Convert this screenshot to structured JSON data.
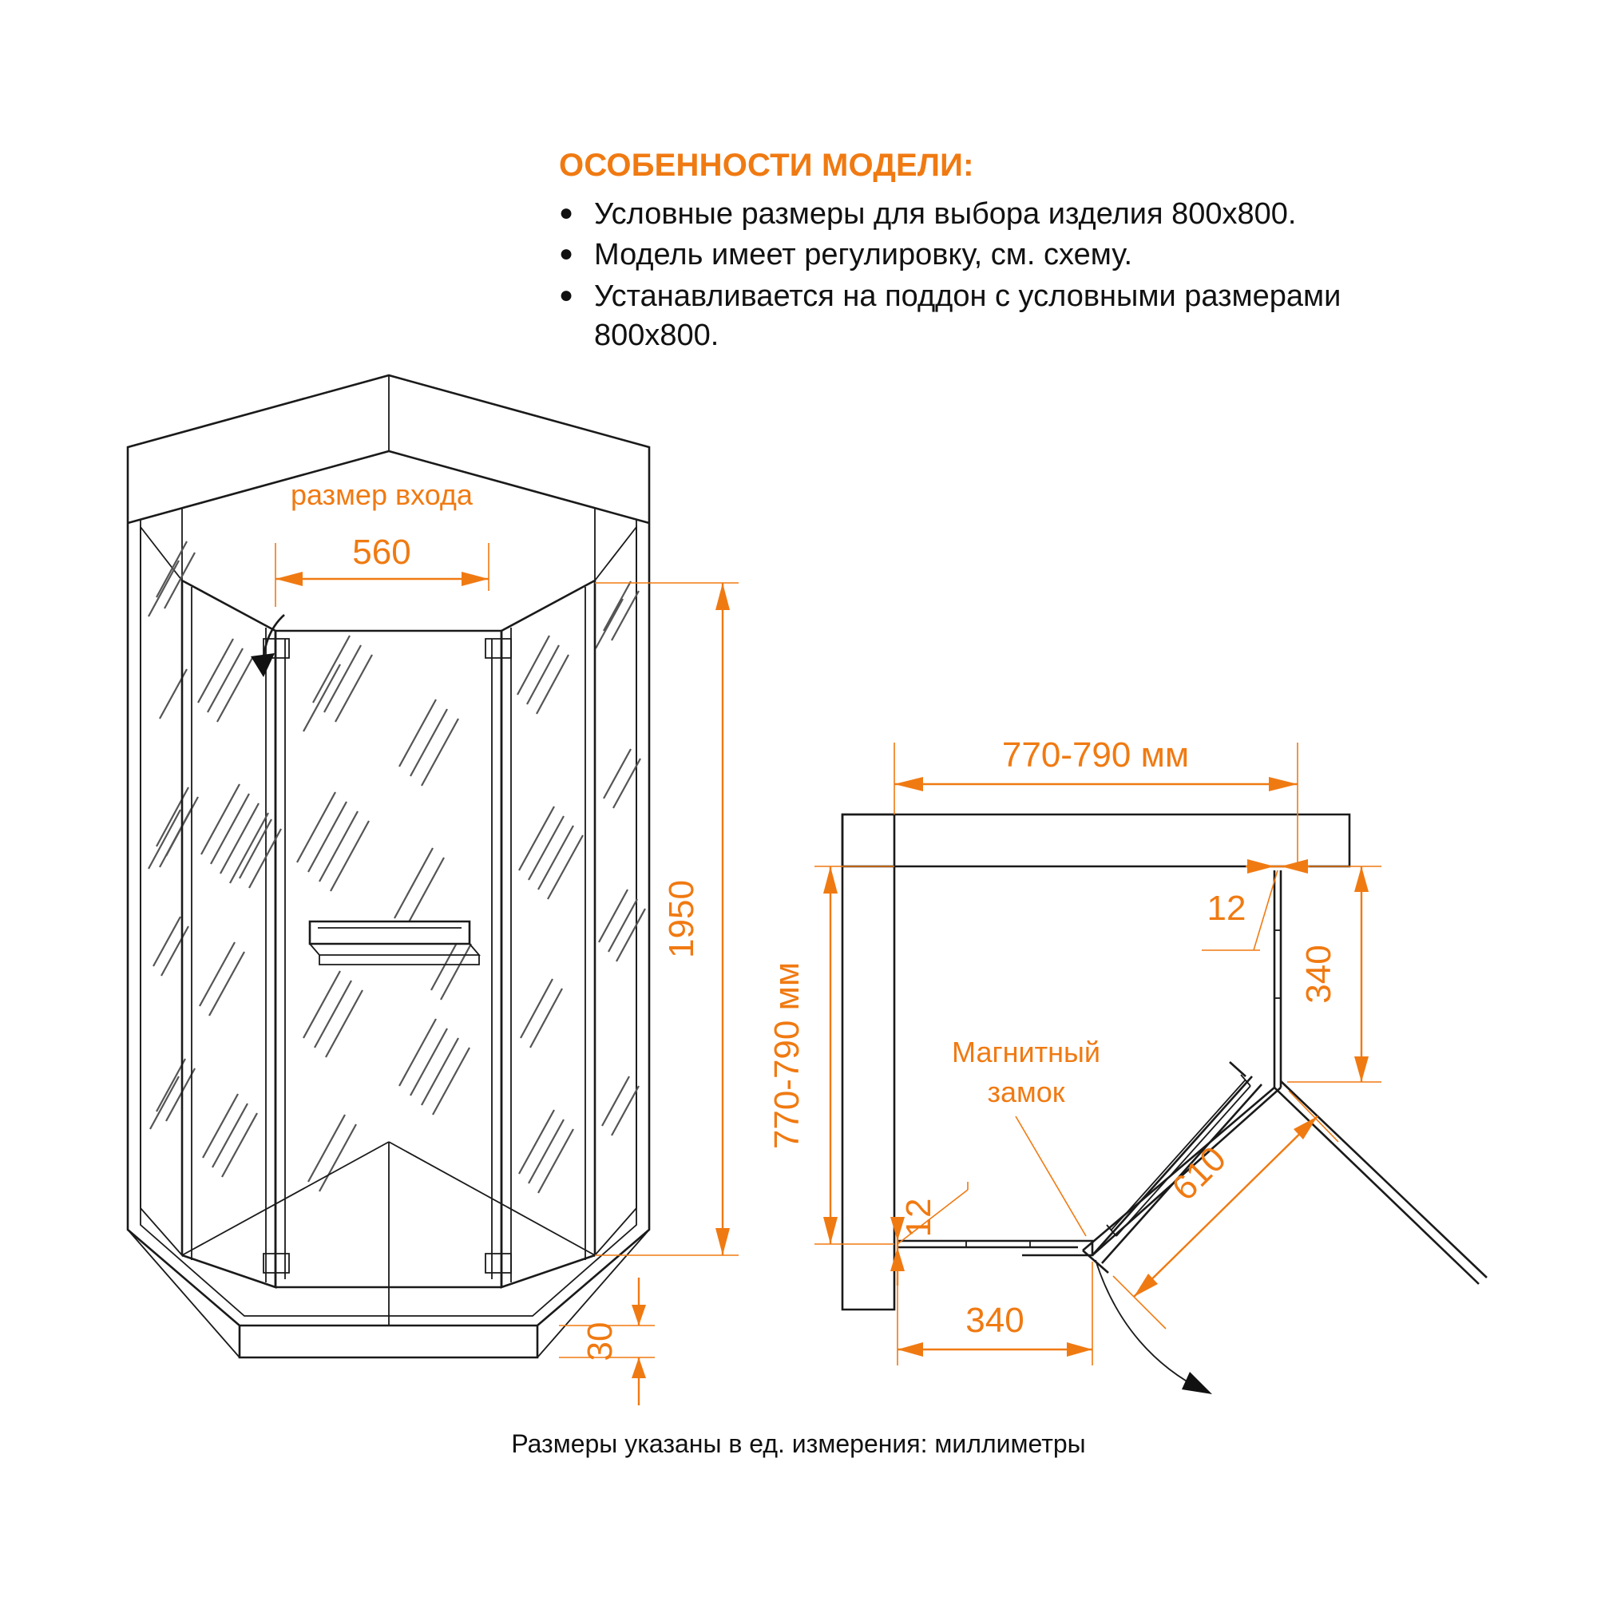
{
  "features": {
    "title": "ОСОБЕННОСТИ МОДЕЛИ:",
    "bullet_glyph": "●",
    "items": [
      "Условные размеры для выбора изделия 800x800.",
      "Модель имеет регулировку, см. схему.",
      "Устанавливается на поддон с условными размерами 800x800."
    ]
  },
  "footer": {
    "note": "Размеры указаны в ед. измерения: миллиметры"
  },
  "isometric_view": {
    "entry_label": "размер входа",
    "entry_value": "560",
    "height_value": "1950",
    "base_value": "30"
  },
  "plan_view": {
    "width_top": "770-790 мм",
    "height_left": "770-790 мм",
    "thickness_left": "12",
    "thickness_right": "12",
    "bottom_offset": "340",
    "right_offset": "340",
    "door_leaf": "610",
    "magnet_label_line1": "Магнитный",
    "magnet_label_line2": "замок"
  },
  "colors": {
    "accent": "#F07A12",
    "line": "#1a1a1a",
    "hatch": "#555555",
    "background": "#ffffff"
  }
}
